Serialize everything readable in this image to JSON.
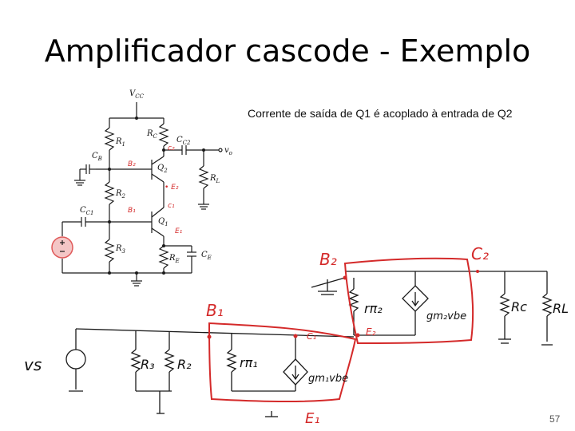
{
  "slide": {
    "title": "Amplificador cascode - Exemplo",
    "subtitle": "Corrente de saída de Q1 é acoplado à entrada de Q2",
    "page_number": "57"
  },
  "circuit_labels": {
    "vcc": "V",
    "vcc_sub": "CC",
    "rc": "R",
    "rc_sub": "C",
    "cc2": "C",
    "cc2_sub": "C2",
    "vo": "v",
    "vo_sub": "o",
    "r1": "R",
    "r1_sub": "1",
    "cb": "C",
    "cb_sub": "B",
    "q2": "Q",
    "q2_sub": "2",
    "rl": "R",
    "rl_sub": "L",
    "r2": "R",
    "r2_sub": "2",
    "cc1": "C",
    "cc1_sub": "C1",
    "q1": "Q",
    "q1_sub": "1",
    "r3": "R",
    "r3_sub": "3",
    "re": "R",
    "re_sub": "E",
    "ce": "C",
    "ce_sub": "E"
  },
  "handwritten": {
    "c2_small": "c₂",
    "b2_small": "B₂",
    "e2_small": "• E₂",
    "c1_small": "c₁",
    "b1_small": "B₁",
    "e1_small": "E₁",
    "b2": "B₂",
    "c2": "C₂",
    "rpi2": "rπ₂",
    "gm2": "gm₂vbe",
    "rc": "Rc",
    "rl": "RL",
    "b1": "B₁",
    "c1": "C₁",
    "e2": "E₂",
    "vs": "vs",
    "r3": "R₃",
    "r2": "R₂",
    "rpi1": "rπ₁",
    "gm1": "gm₁vbe",
    "e1": "E₁"
  },
  "colors": {
    "ink": "#1a1a1a",
    "red_pen": "#d42a2a",
    "source_red": "#e05a5a",
    "source_fill": "#f4c6c6"
  }
}
